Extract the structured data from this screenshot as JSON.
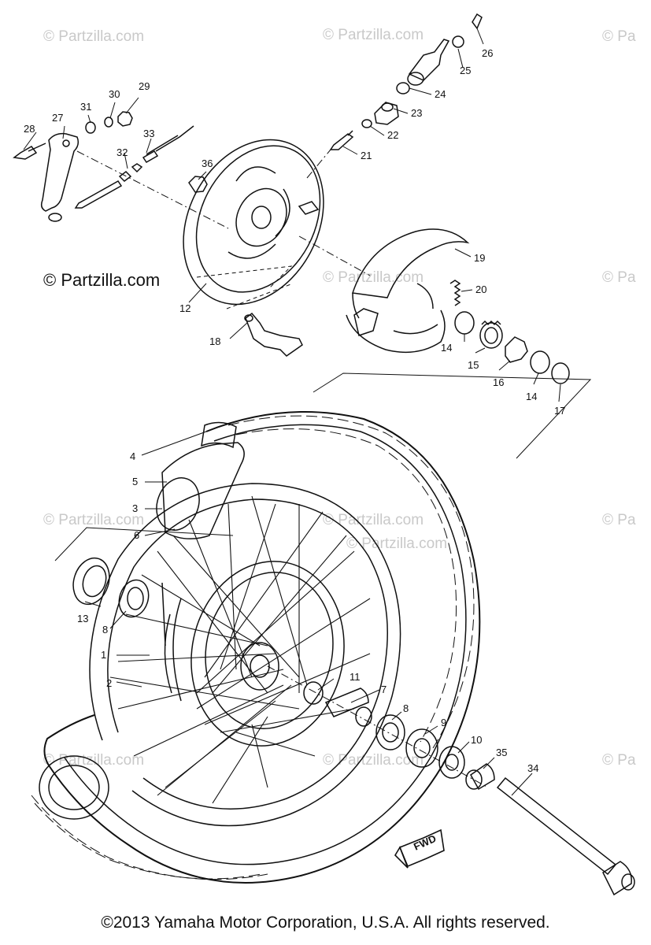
{
  "watermarks": {
    "top_center": "© Partzilla.com",
    "top_left": "© Partzilla.com",
    "right_edge_1": "© Pa",
    "right_edge_2": "© Pa",
    "right_edge_3": "© Pa",
    "right_edge_4": "© Pa",
    "mid_left": "© Partzilla.com",
    "mid_center": "© Partzilla.com",
    "center_lower": "© Partzilla.com",
    "bottom_left": "© Partzilla.com",
    "bottom_center": "© Partzilla.com",
    "middle": "© Partzilla.com",
    "side_label": "© Partzilla.com"
  },
  "callouts": [
    "1",
    "2",
    "3",
    "4",
    "5",
    "6",
    "7",
    "8",
    "8",
    "9",
    "10",
    "11",
    "12",
    "13",
    "14",
    "14",
    "15",
    "16",
    "17",
    "18",
    "19",
    "20",
    "21",
    "22",
    "23",
    "24",
    "25",
    "26",
    "27",
    "28",
    "29",
    "30",
    "31",
    "32",
    "33",
    "34",
    "35",
    "36"
  ],
  "fwd_label": "FWD",
  "copyright": "©2013 Yamaha Motor Corporation, U.S.A. All rights reserved."
}
